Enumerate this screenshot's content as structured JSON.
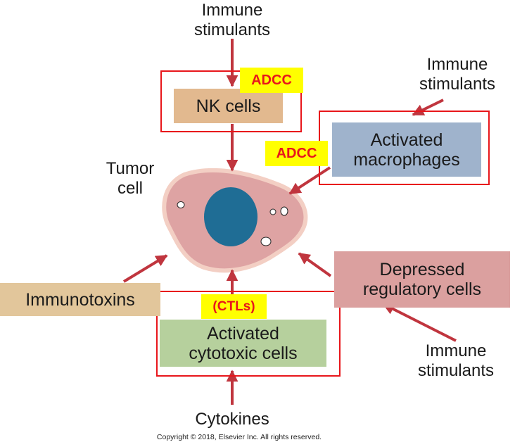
{
  "labels": {
    "immune_stimulants_top": [
      "Immune",
      "stimulants"
    ],
    "immune_stimulants_right": [
      "Immune",
      "stimulants"
    ],
    "immune_stimulants_bottom": [
      "Immune",
      "stimulants"
    ],
    "tumor_cell": [
      "Tumor",
      "cell"
    ],
    "cytokines": "Cytokines",
    "copyright": "Copyright © 2018, Elsevier Inc. All rights reserved."
  },
  "boxes": {
    "nk_cells": {
      "text": [
        "NK cells"
      ],
      "color": "#e2b98f"
    },
    "activated_macrophages": {
      "text": [
        "Activated",
        "macrophages"
      ],
      "color": "#9fb3cc"
    },
    "depressed_regulatory_cells": {
      "text": [
        "Depressed",
        "regulatory cells"
      ],
      "color": "#dba09f"
    },
    "immunotoxins": {
      "text": [
        "Immunotoxins"
      ],
      "color": "#e2c69b"
    },
    "activated_cytotoxic_cells": {
      "text": [
        "Activated",
        "cytotoxic cells"
      ],
      "color": "#b6d09d"
    }
  },
  "tags": {
    "adcc_nk": "ADCC",
    "adcc_macrophage": "ADCC",
    "ctls": "(CTLs)"
  },
  "colors": {
    "arrow": "#c0353e",
    "frame": "#e8161b",
    "tag_bg": "#ffff00",
    "tag_text": "#e8161b",
    "tumor_fill": "#dea3a3",
    "tumor_outline": "#f3cfc4",
    "nucleus": "#1f6d95"
  }
}
